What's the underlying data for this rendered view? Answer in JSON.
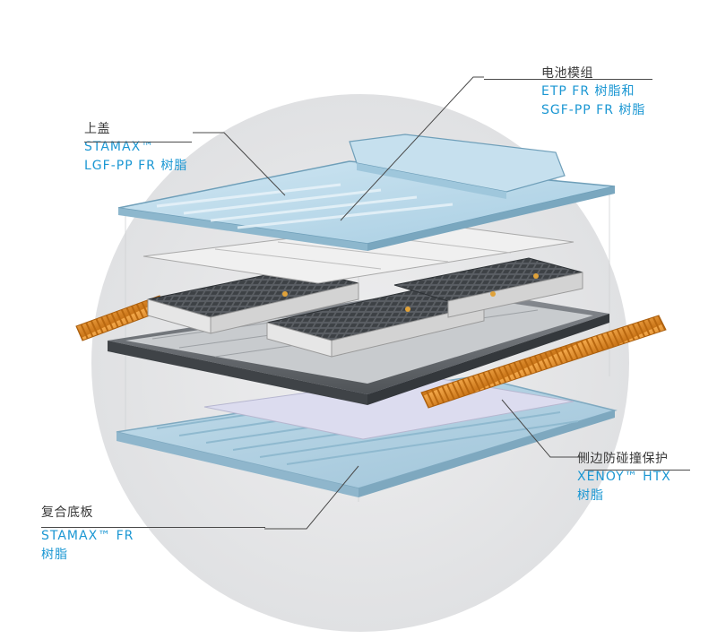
{
  "callouts": {
    "top_cover": {
      "title": "上盖",
      "material_line1": "STAMAX™",
      "material_line2": "LGF-PP FR 树脂"
    },
    "battery_module": {
      "title": "电池模组",
      "material_line1": "ETP FR 树脂和",
      "material_line2": "SGF-PP FR 树脂"
    },
    "side_impact": {
      "title": "侧边防碰撞保护",
      "material_line1": "XENOY™ HTX",
      "material_line2": "树脂"
    },
    "bottom_plate": {
      "title": "复合底板",
      "material_line1": "STAMAX™ FR",
      "material_line2": "树脂"
    }
  },
  "colors": {
    "title_text": "#3a3a3a",
    "material_text": "#1b97d3",
    "background_circle": "#e6e7e8",
    "plastic_blue": "#b9d9ea",
    "orange_bar": "#e8912c",
    "frame_gray": "#5d6166"
  }
}
